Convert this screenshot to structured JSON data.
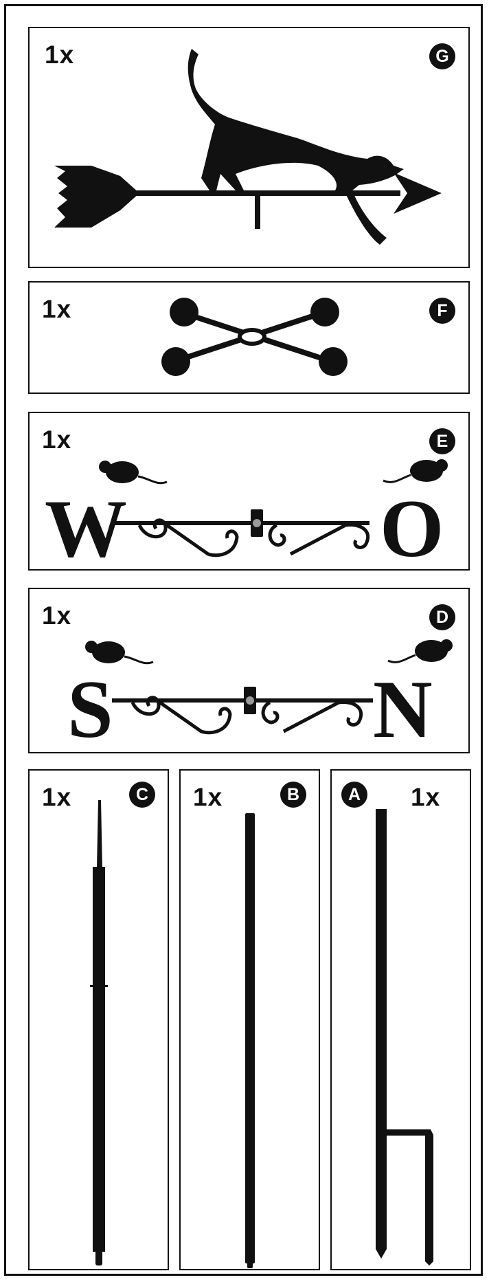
{
  "parts": {
    "G": {
      "label": "G",
      "quantity": "1x",
      "name": "Cat weathervane arrow"
    },
    "F": {
      "label": "F",
      "quantity": "1x",
      "name": "Cross connector with four balls"
    },
    "E": {
      "label": "E",
      "quantity": "1x",
      "name": "West–East direction bar"
    },
    "D": {
      "label": "D",
      "quantity": "1x",
      "name": "South–North direction bar"
    },
    "C": {
      "label": "C",
      "quantity": "1x",
      "name": "Tipped pole"
    },
    "B": {
      "label": "B",
      "quantity": "1x",
      "name": "Middle pole"
    },
    "A": {
      "label": "A",
      "quantity": "1x",
      "name": "Ground stake"
    }
  },
  "letters": {
    "west": "W",
    "east": "O",
    "south": "S",
    "north": "N"
  },
  "colors": {
    "ink": "#111111",
    "paper": "#ffffff",
    "bolt": "#9a9a9a"
  }
}
